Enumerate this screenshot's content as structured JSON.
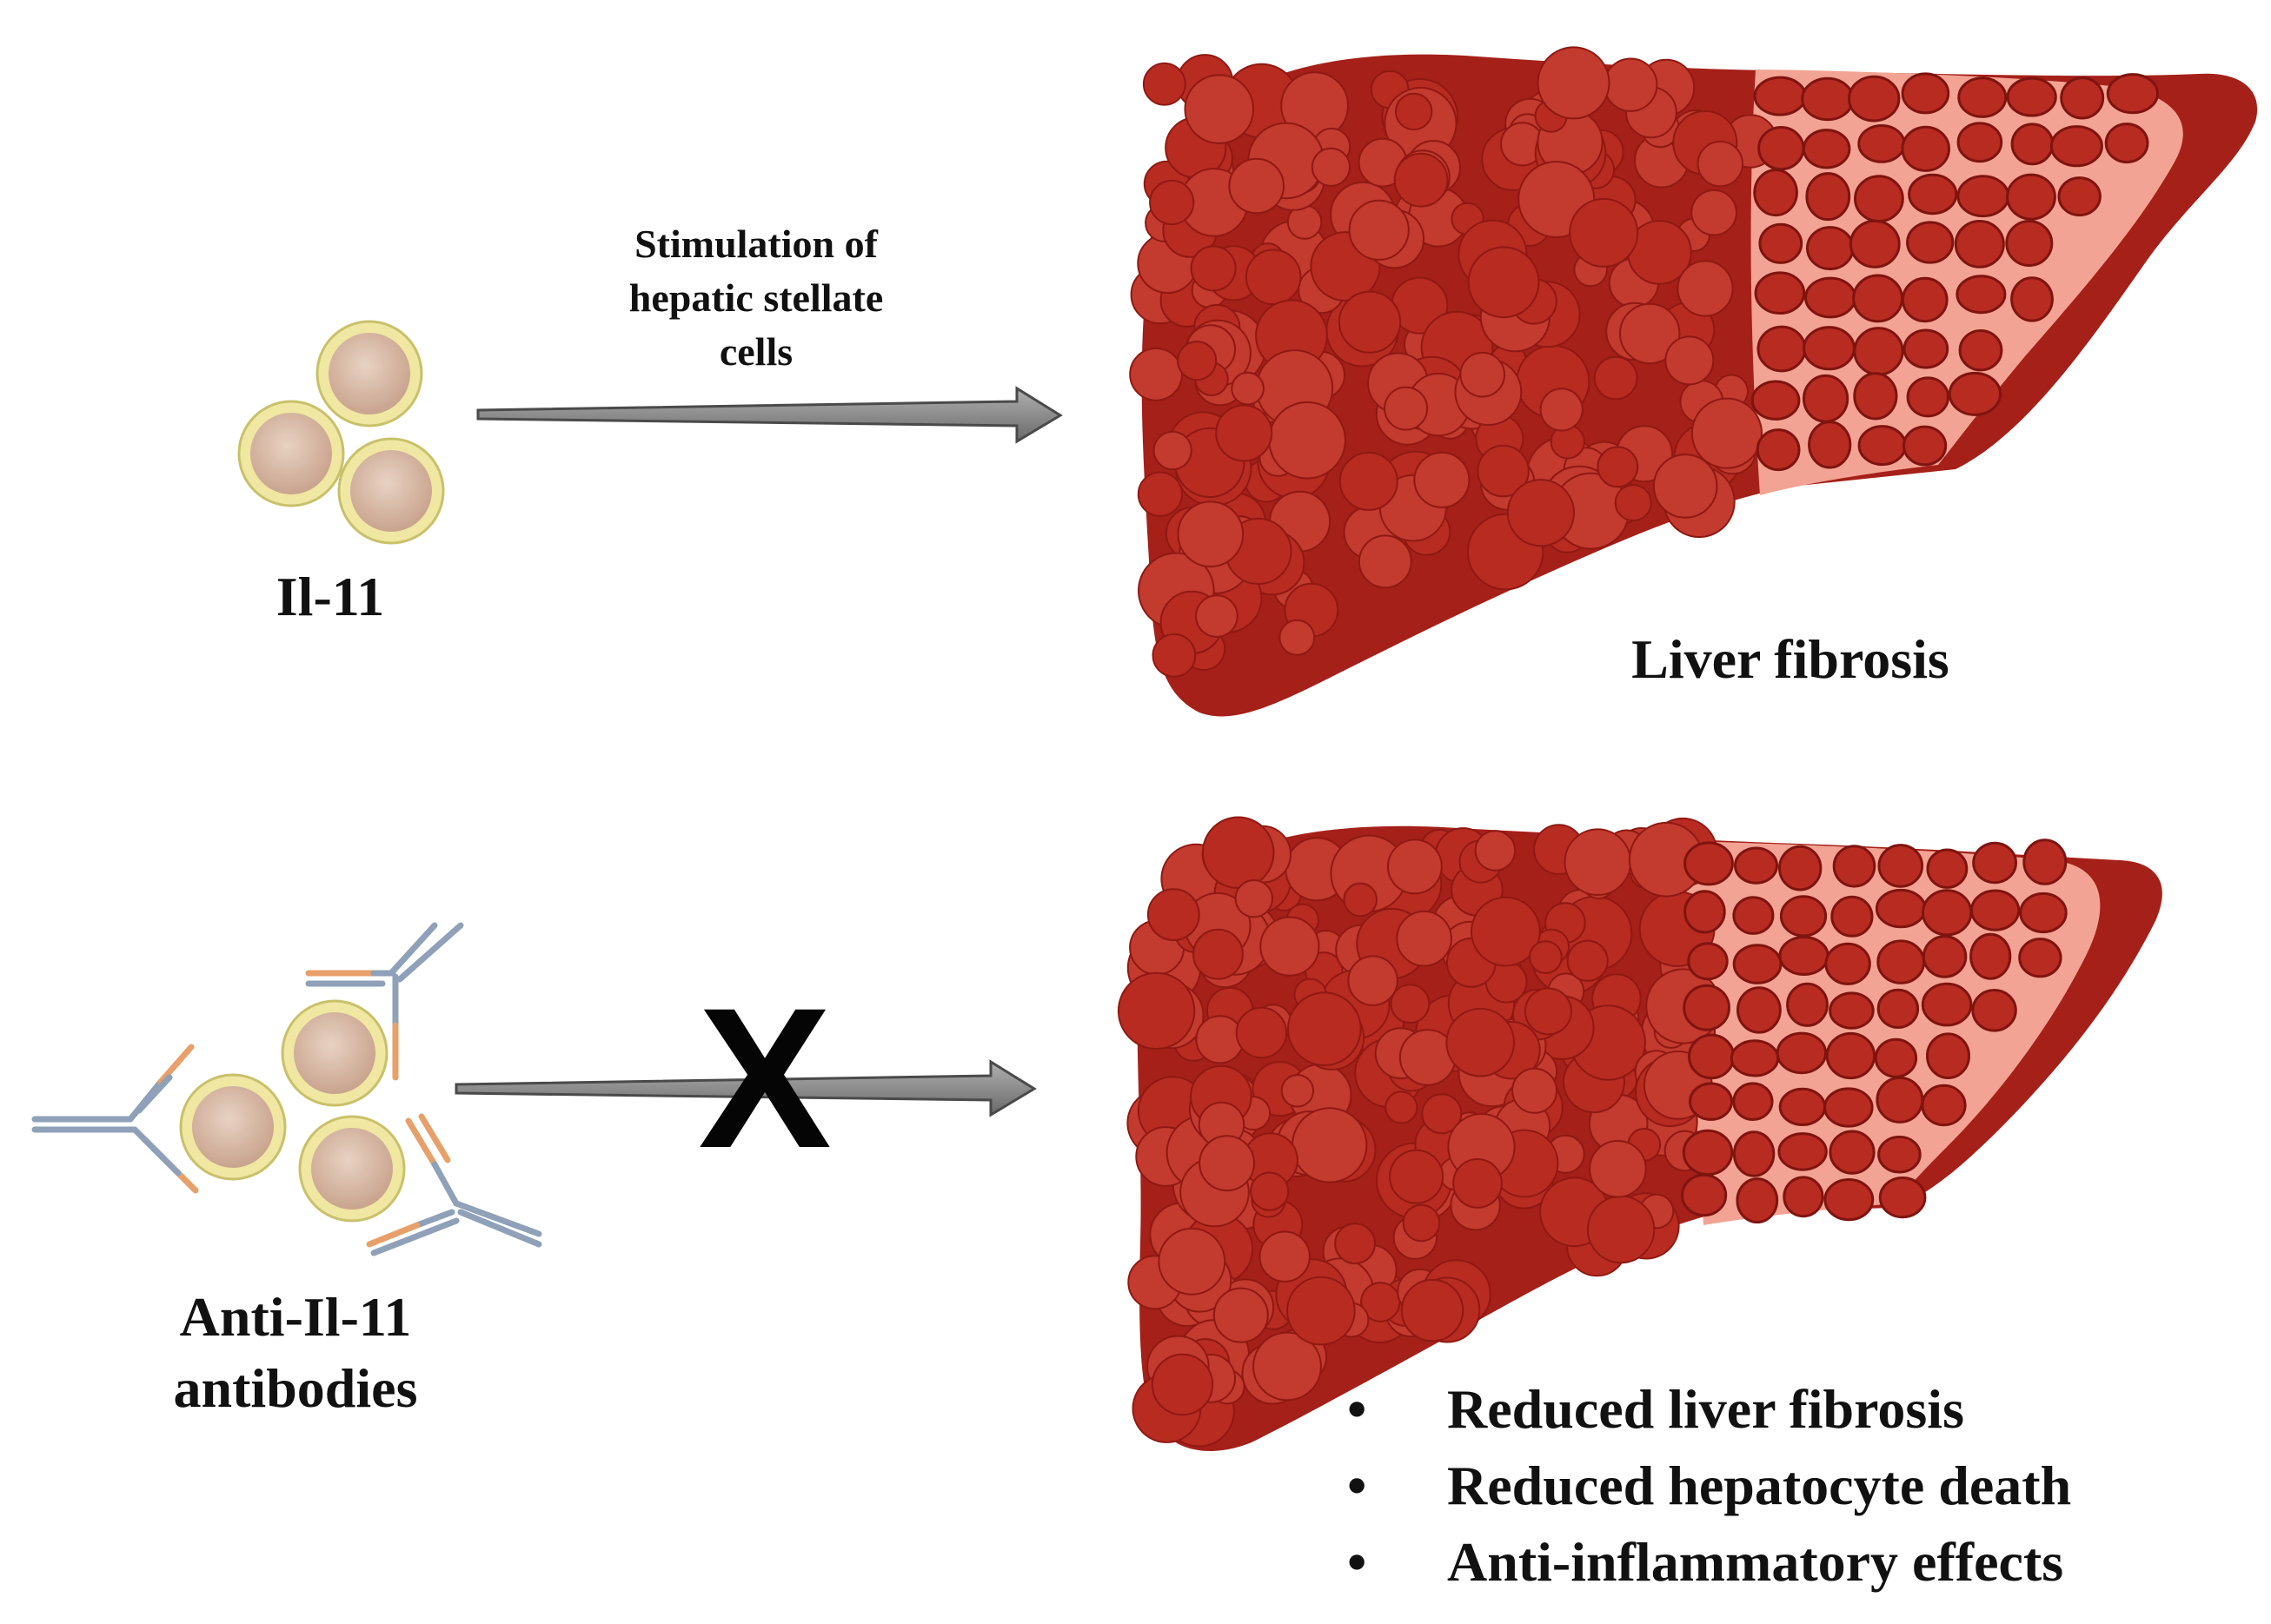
{
  "top_row": {
    "cytokine_label": "Il-11",
    "arrow_label_lines": [
      "Stimulation of",
      "hepatic stellate",
      "cells"
    ],
    "result_label": "Liver fibrosis"
  },
  "bottom_row": {
    "treatment_label_lines": [
      "Anti-Il-11",
      "antibodies"
    ],
    "block_symbol": "X",
    "outcomes": [
      "Reduced liver fibrosis",
      "Reduced hepatocyte death",
      "Anti-inflammatory effects"
    ]
  },
  "colors": {
    "liver_dark": "#a52019",
    "liver_mid": "#b3261d",
    "liver_nodule": "#c33a2f",
    "liver_cut": "#f3a393",
    "cell_ring": "#efe7a2",
    "cell_fill": "#d8b9a6",
    "antibody_blue": "#8fa1b8",
    "antibody_orange": "#e8a06a",
    "arrow": "#8d8d8d"
  },
  "icons": [
    "cytokine-cell-icon",
    "antibody-icon",
    "liver-icon",
    "arrow-icon",
    "block-x-icon"
  ]
}
